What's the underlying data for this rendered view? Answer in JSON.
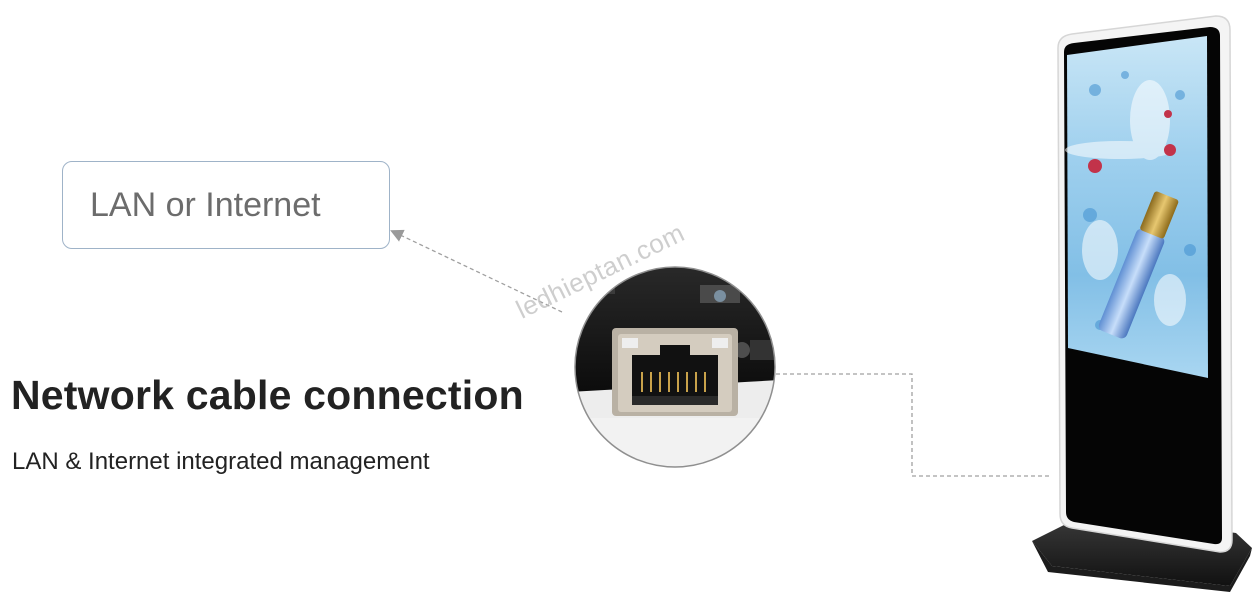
{
  "lan_box": {
    "label": "LAN or Internet"
  },
  "headline": "Network cable connection",
  "subline": "LAN & Internet integrated management",
  "watermark": "ledhieptan.com",
  "icons": {
    "port": "rj45-port-icon",
    "kiosk": "digital-signage-kiosk-icon",
    "arrow": "dashed-arrow-icon"
  },
  "colors": {
    "box_border": "#9fb3c8",
    "box_text": "#6c6c6c",
    "headline": "#222222",
    "dashed_line": "#a0a0a0",
    "kiosk_frame": "#f4f4f4",
    "screen_black": "#050505",
    "ad_water_blue": "#8fc6ea"
  }
}
